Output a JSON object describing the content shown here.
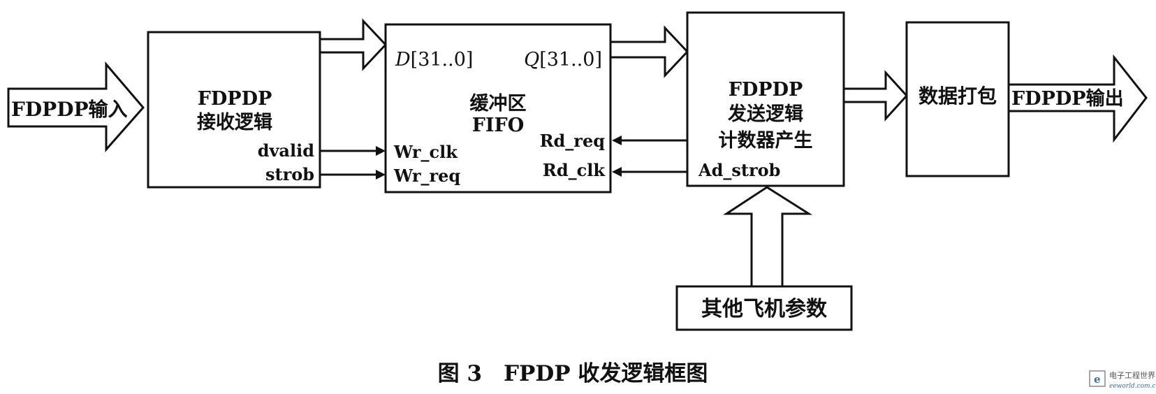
{
  "receiver": {
    "title1": "FDPDP",
    "title2": "接收逻辑",
    "port_dvalid": "dvalid",
    "port_strob": "strob"
  },
  "fifo": {
    "port_d": "D",
    "port_d_range": "[31..0]",
    "port_q": "Q",
    "port_q_range": "[31..0]",
    "title1": "缓冲区",
    "title2": "FIFO",
    "port_wr_clk": "Wr_clk",
    "port_wr_req": "Wr_req",
    "port_rd_req": "Rd_req",
    "port_rd_clk": "Rd_clk"
  },
  "sender": {
    "title1": "FDPDP",
    "title2": "发送逻辑",
    "title3": "计数器产生",
    "port_ad_strob": "Ad_strob"
  },
  "packer": {
    "title": "数据打包"
  },
  "input_label": "FDPDP输入",
  "output_label": "FDPDP输出",
  "params": {
    "label": "其他飞机参数"
  },
  "caption": "图 3　FPDP 收发逻辑框图",
  "watermark": {
    "name": "电子工程世界",
    "url": "eeworld.com.cn"
  }
}
